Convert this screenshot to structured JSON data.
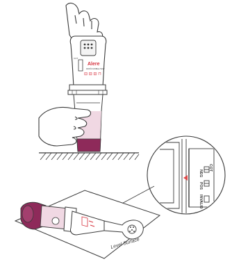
{
  "device": {
    "brand": "Alere",
    "model": "DDS®2 MOBILE TEST",
    "side_label": "COT",
    "symbols": "⊟ ⊟ ⊟ ⊓"
  },
  "detail": {
    "labels": [
      "COT",
      "NEG",
      "POS",
      "INVALID"
    ]
  },
  "caption": "Level Surface",
  "colors": {
    "line": "#3a3a3a",
    "skin": "#ffffff",
    "fluid": "#8e2a5a",
    "fluid_light": "#c98aa8",
    "brand_red": "#d6313d",
    "accent": "#e04a4a"
  }
}
